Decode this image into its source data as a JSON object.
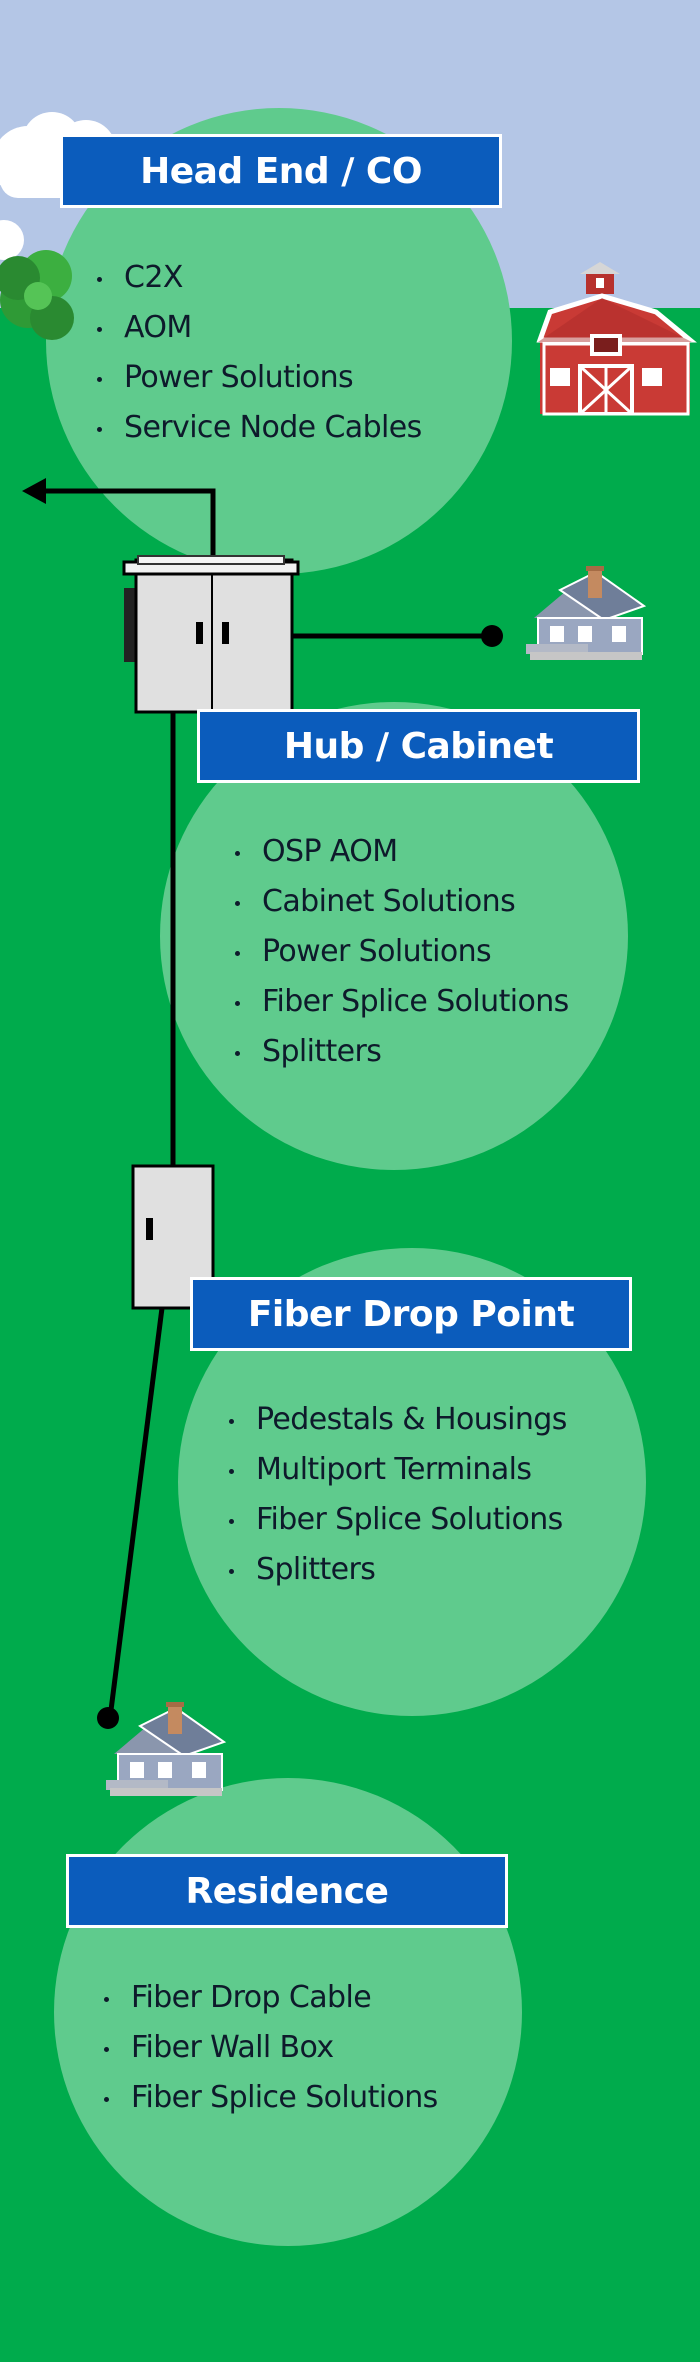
{
  "stages": [
    {
      "id": "head-end",
      "title": "Head End / CO",
      "items": [
        "C2X",
        "AOM",
        "Power Solutions",
        "Service Node Cables"
      ]
    },
    {
      "id": "hub-cabinet",
      "title": "Hub / Cabinet",
      "items": [
        "OSP AOM",
        "Cabinet Solutions",
        "Power Solutions",
        "Fiber Splice Solutions",
        "Splitters"
      ]
    },
    {
      "id": "fiber-drop-point",
      "title": "Fiber Drop Point",
      "items": [
        "Pedestals & Housings",
        "Multiport Terminals",
        "Fiber Splice Solutions",
        "Splitters"
      ]
    },
    {
      "id": "residence",
      "title": "Residence",
      "items": [
        "Fiber Drop Cable",
        "Fiber Wall Box",
        "Fiber Splice Solutions"
      ]
    }
  ],
  "colors": {
    "sky": "#b4c6e6",
    "ground": "#00ab4c",
    "bubble": "#5fcb8d",
    "title_bg": "#0b5cbc",
    "title_text": "#ffffff",
    "item_text": "#0e1a2b",
    "cable": "#000000"
  },
  "icons": [
    "cloud-icon",
    "tree-icon",
    "barn-icon",
    "house-icon",
    "cabinet-icon",
    "drop-box-icon",
    "arrow-left-icon"
  ]
}
